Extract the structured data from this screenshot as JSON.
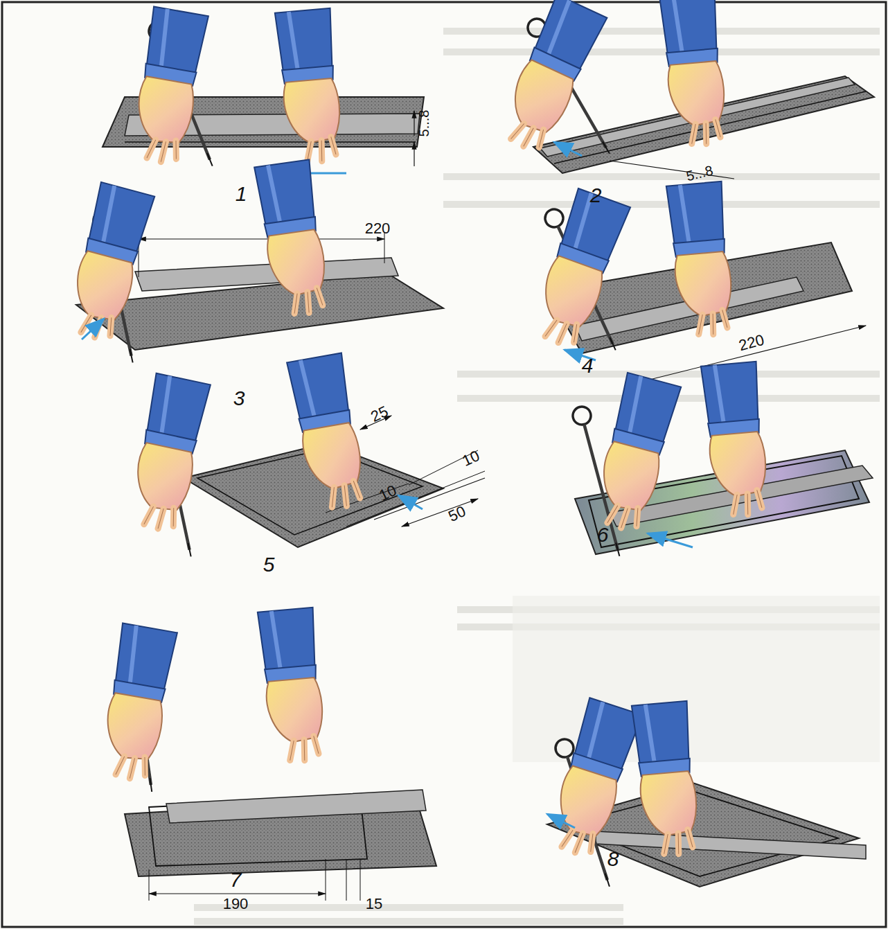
{
  "diagram": {
    "labels": [
      "5...8",
      "1",
      "5...8",
      "2",
      "220",
      "3",
      "220",
      "4",
      "25",
      "10",
      "10",
      "50",
      "5",
      "6",
      "190",
      "15",
      "7",
      "8"
    ]
  }
}
